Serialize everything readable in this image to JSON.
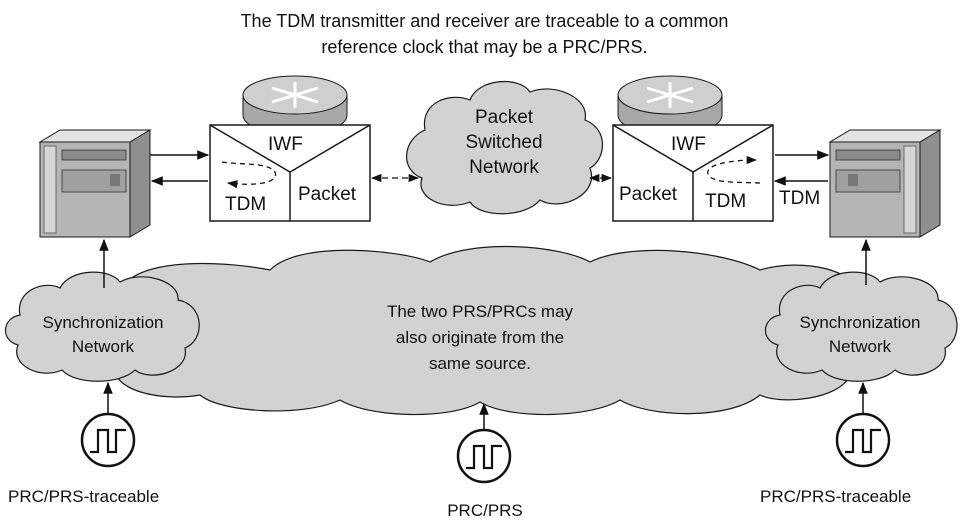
{
  "caption": {
    "line1": "The TDM transmitter and receiver are traceable to a common",
    "line2": "reference clock that may be a PRC/PRS."
  },
  "iwf_left": {
    "title": "IWF",
    "tdm": "TDM",
    "packet": "Packet"
  },
  "iwf_right": {
    "title": "IWF",
    "tdm": "TDM",
    "packet": "Packet"
  },
  "psn": {
    "line1": "Packet",
    "line2": "Switched",
    "line3": "Network"
  },
  "tdm_right_label": "TDM",
  "sync_left": {
    "line1": "Synchronization",
    "line2": "Network"
  },
  "sync_right": {
    "line1": "Synchronization",
    "line2": "Network"
  },
  "common_note": {
    "line1": "The two PRS/PRCs may",
    "line2": "also originate from the",
    "line3": "same source."
  },
  "clock_left_label": "PRC/PRS-traceable",
  "clock_center_label": "PRC/PRS",
  "clock_right_label": "PRC/PRS-traceable",
  "colors": {
    "cloud": "#d2d2d2",
    "outline": "#1a1a1a",
    "router": "#bfbfbf",
    "server": "#b5b5b5"
  },
  "icons": [
    "router-icon",
    "server-icon",
    "clock-pulse-icon",
    "cloud-shape"
  ]
}
